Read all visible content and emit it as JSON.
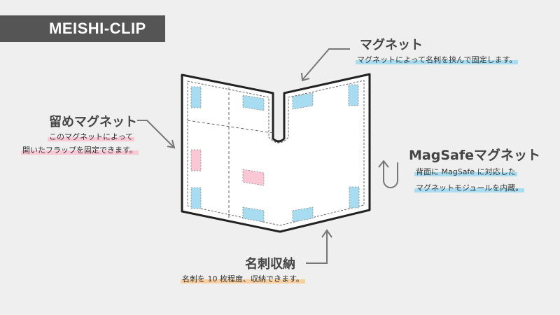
{
  "title": "MEISHI-CLIP",
  "colors": {
    "magnet_blue": "#a8dcf0",
    "clasp_pink": "#f9c8d4",
    "card_orange": "#f7cfa0",
    "title_bg": "#555555",
    "line": "#444444"
  },
  "labels": {
    "magnet": {
      "heading": "マグネット",
      "desc": "マグネットによって名刺を挟んで固定します。"
    },
    "clasp_magnet": {
      "heading": "留めマグネット",
      "desc_line1": "このマグネットによって",
      "desc_line2": "開いたフラップを固定できます。"
    },
    "magsafe": {
      "heading": "MagSafeマグネット",
      "desc_line1": "背面に MagSafe に対応した",
      "desc_line2": "マグネットモジュールを内蔵。"
    },
    "card_storage": {
      "heading": "名刺収納",
      "desc": "名刺を 10 枚程度、収納できます。"
    }
  }
}
